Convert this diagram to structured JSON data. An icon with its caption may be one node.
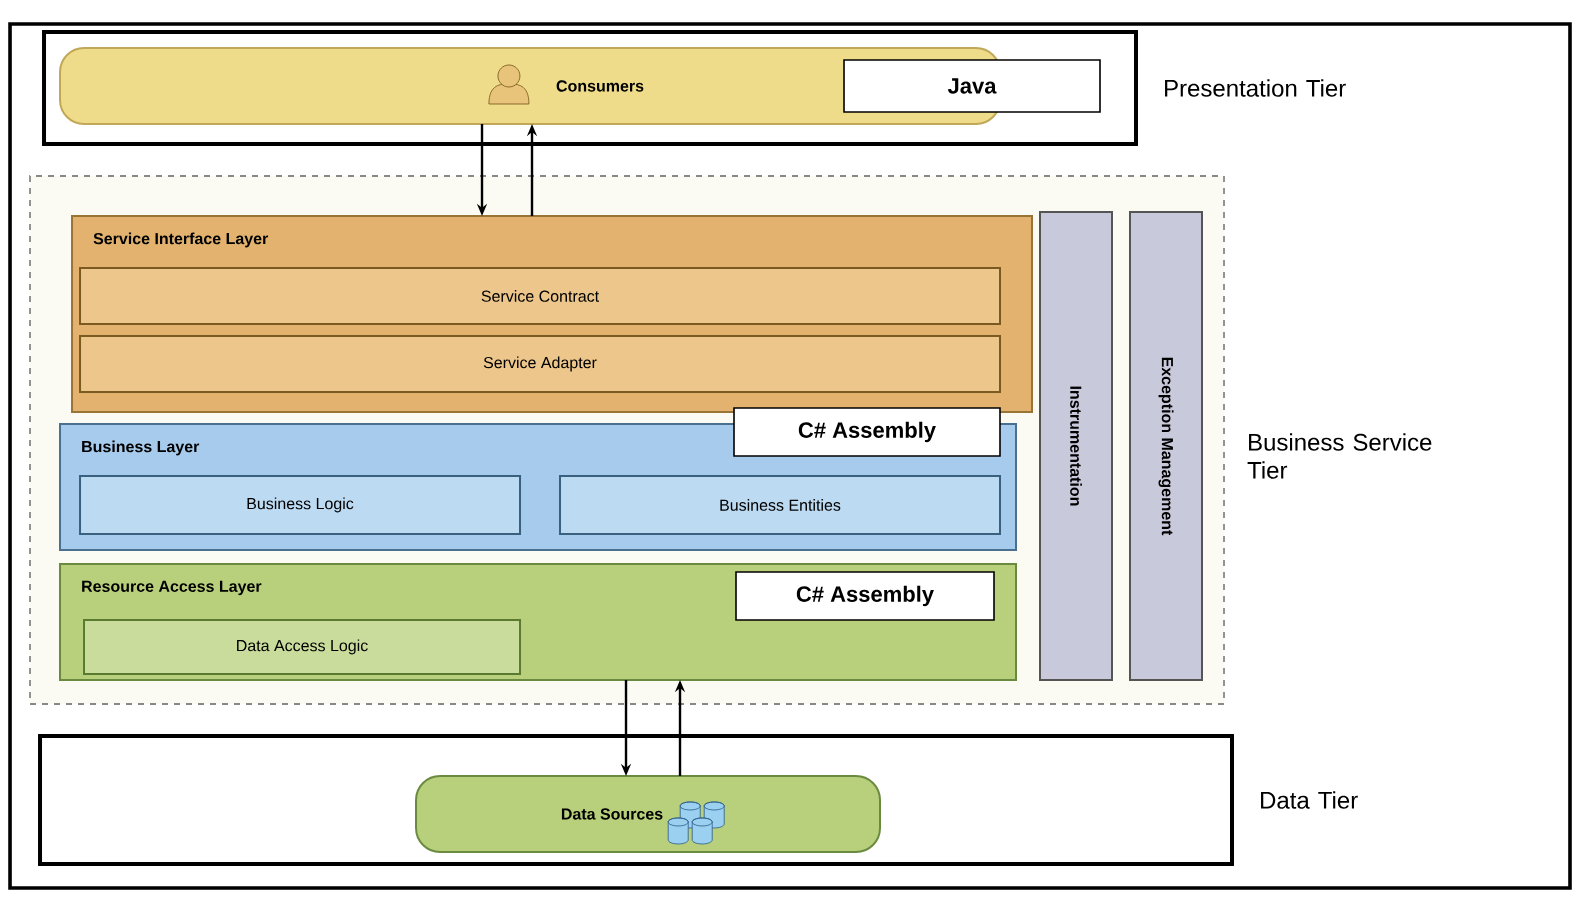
{
  "diagram": {
    "nodes": [
      {
        "text": [
          "Presentation Tier"
        ]
      },
      {
        "text": [
          "Consumers"
        ],
        "in": 0
      },
      {
        "text": [
          "Java"
        ],
        "in": 0
      },
      {
        "text": [
          "Business Service Tier"
        ]
      },
      {
        "text": [
          "Service Interface Layer"
        ],
        "in": 3
      },
      {
        "text": [
          "Service Contract"
        ],
        "in": 4
      },
      {
        "text": [
          "Service Adapter"
        ],
        "in": 4
      },
      {
        "text": [
          "Business Layer"
        ],
        "in": 3
      },
      {
        "text": [
          "C# Assembly"
        ],
        "in": 3
      },
      {
        "text": [
          "Business Logic"
        ],
        "in": 7
      },
      {
        "text": [
          "Business Entities"
        ],
        "in": 7
      },
      {
        "text": [
          "Resource Access Layer"
        ],
        "in": 3
      },
      {
        "text": [
          "C# Assembly"
        ],
        "in": 11
      },
      {
        "text": [
          "Data Access Logic"
        ],
        "in": 11
      },
      {
        "text": [
          "Instrumentation"
        ],
        "in": 3
      },
      {
        "text": [
          "Exception Management"
        ],
        "in": 3
      },
      {
        "text": [
          "Data Tier"
        ]
      },
      {
        "text": [
          "Data Sources"
        ],
        "in": 16
      }
    ],
    "edges": [
      {
        "from": 1,
        "to": 4,
        "arrow": "to"
      },
      {
        "from": 4,
        "to": 1,
        "arrow": "to"
      },
      {
        "from": 11,
        "to": 17,
        "arrow": "to"
      },
      {
        "from": 17,
        "to": 11,
        "arrow": "to"
      }
    ]
  }
}
